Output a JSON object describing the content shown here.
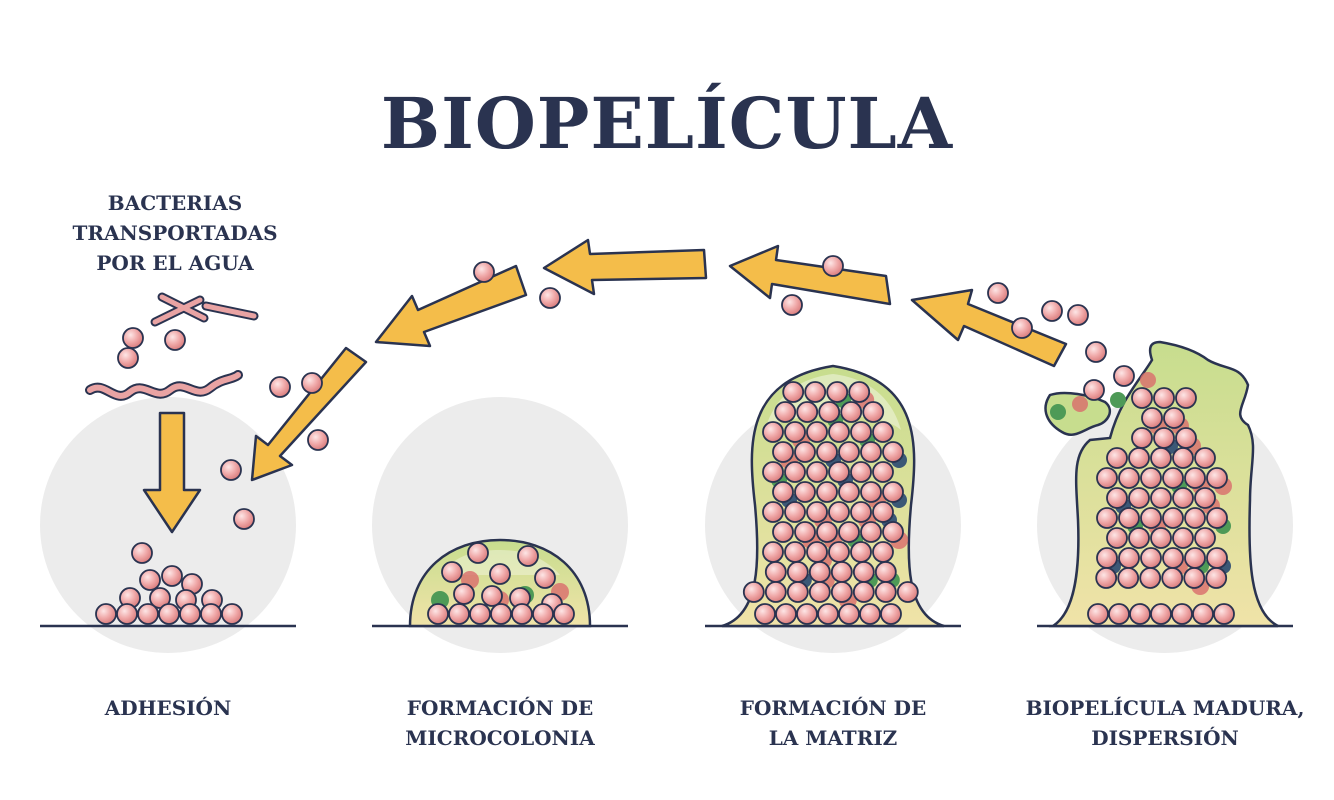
{
  "title": "BIOPELÍCULA",
  "top_label": [
    "BACTERIAS",
    "TRANSPORTADAS",
    "POR EL AGUA"
  ],
  "stages": [
    {
      "id": "adhesion",
      "lines": [
        "ADHESIÓN"
      ]
    },
    {
      "id": "microcolonia",
      "lines": [
        "FORMACIÓN DE",
        "MICROCOLONIA"
      ]
    },
    {
      "id": "matriz",
      "lines": [
        "FORMACIÓN DE",
        "LA MATRIZ"
      ]
    },
    {
      "id": "madura",
      "lines": [
        "BIOPELÍCULA MADURA,",
        "DISPERSIÓN"
      ]
    }
  ],
  "colors": {
    "outline": "#2a3350",
    "bacteria": "#f2b8b8",
    "bacteria_dark": "#d96b6b",
    "matrix": "#c4d68a",
    "matrix_fill": "#efe7b8",
    "arrow": "#f4bd4a",
    "green_cell": "#4e9a57",
    "blue_cell": "#3b5876",
    "bg_circle": "#ececec"
  }
}
